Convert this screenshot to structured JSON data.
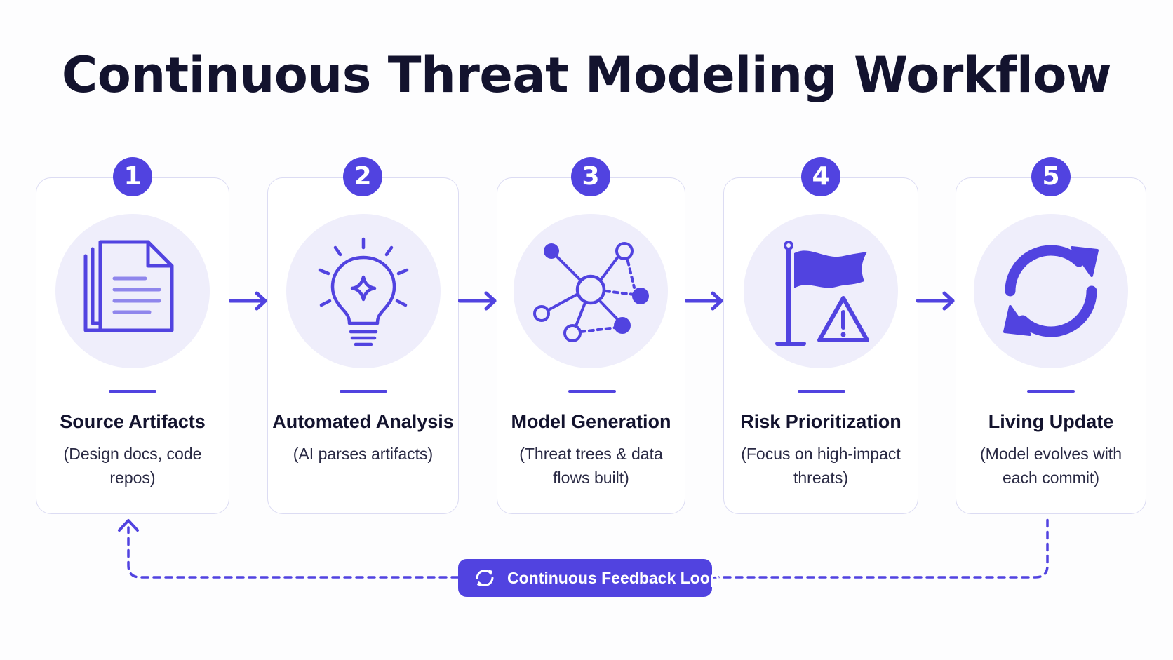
{
  "title": "Continuous Threat Modeling Workflow",
  "steps": [
    {
      "number": "1",
      "title": "Source Artifacts",
      "description": "(Design docs, code repos)",
      "icon": "documents-icon"
    },
    {
      "number": "2",
      "title": "Automated Analysis",
      "description": "(AI parses artifacts)",
      "icon": "lightbulb-icon"
    },
    {
      "number": "3",
      "title": "Model Generation",
      "description": "(Threat trees & data flows built)",
      "icon": "network-graph-icon"
    },
    {
      "number": "4",
      "title": "Risk Prioritization",
      "description": "(Focus on high-impact threats)",
      "icon": "flag-warning-icon"
    },
    {
      "number": "5",
      "title": "Living Update",
      "description": "(Model evolves with each commit)",
      "icon": "refresh-icon"
    }
  ],
  "feedback_loop": {
    "label": "Continuous Feedback Loop",
    "icon": "refresh-icon"
  },
  "colors": {
    "accent": "#5143e0",
    "circle_bg": "#efeefb",
    "card_border": "#dcdcf3",
    "title_text": "#13132e"
  }
}
